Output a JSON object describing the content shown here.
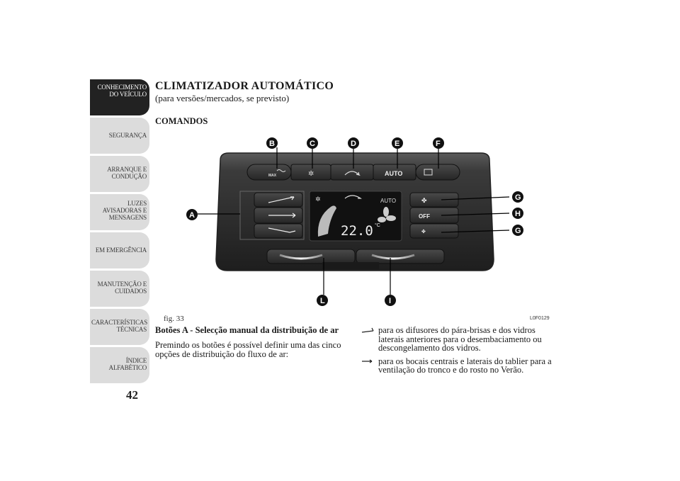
{
  "sidebar": {
    "tabs": [
      {
        "label": "CONHECIMENTO\nDO VEÍCULO",
        "active": true
      },
      {
        "label": "SEGURANÇA",
        "active": false
      },
      {
        "label": "ARRANQUE E\nCONDUÇÃO",
        "active": false
      },
      {
        "label": "LUZES\nAVISADORAS E\nMENSAGENS",
        "active": false
      },
      {
        "label": "EM EMERGÊNCIA",
        "active": false
      },
      {
        "label": "MANUTENÇÃO E\nCUIDADOS",
        "active": false
      },
      {
        "label": "CARACTERÍSTICAS\nTÉCNICAS",
        "active": false
      },
      {
        "label": "ÍNDICE\nALFABÉTICO",
        "active": false
      }
    ],
    "page_number": "42"
  },
  "header": {
    "title": "CLIMATIZADOR AUTOMÁTICO",
    "subtitle": "(para versões/mercados, se previsto)",
    "section": "COMANDOS"
  },
  "figure": {
    "caption": "fig. 33",
    "code": "L0F0129",
    "callouts": [
      "B",
      "C",
      "D",
      "E",
      "F",
      "A",
      "G",
      "H",
      "G",
      "L",
      "I"
    ],
    "panel": {
      "max_label": "MAX",
      "auto_button": "AUTO",
      "auto_display": "AUTO",
      "temperature": "22.0",
      "unit": "°C",
      "off_button": "OFF"
    }
  },
  "body": {
    "heading": "Botões A - Selecção manual da distribuição de ar",
    "paragraph": "Premindo os botões é possível definir uma das cinco opções de distribuição do fluxo de ar:",
    "items": [
      {
        "icon": "windscreen-flow-icon",
        "text": "para os difusores do pára-brisas e dos vidros laterais anteriores para o desembaciamento ou descongelamento dos vidros."
      },
      {
        "icon": "center-vents-flow-icon",
        "text": "para os bocais centrais e laterais do tablier para a ventilação do tronco e do rosto no Verão."
      }
    ]
  }
}
